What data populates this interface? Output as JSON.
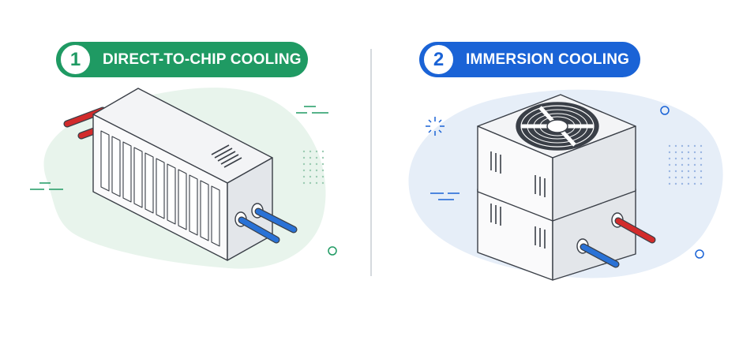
{
  "panels": [
    {
      "number": "1",
      "title": "DIRECT-TO-CHIP COOLING",
      "accent": "#1f9a63",
      "blob": "#e8f4ec"
    },
    {
      "number": "2",
      "title": "IMMERSION COOLING",
      "accent": "#1a63d6",
      "blob": "#e6eef8"
    }
  ],
  "colors": {
    "outline": "#3a3f47",
    "box_top": "#f3f4f6",
    "box_front": "#fafafb",
    "box_side": "#e3e6ea",
    "pipe_hot": "#d22b2b",
    "pipe_cold": "#2a72d6",
    "divider": "#c7cdd4"
  },
  "icons": [
    "server-chassis-icon",
    "fan-unit-icon",
    "hot-pipe-icon",
    "cold-pipe-icon"
  ]
}
